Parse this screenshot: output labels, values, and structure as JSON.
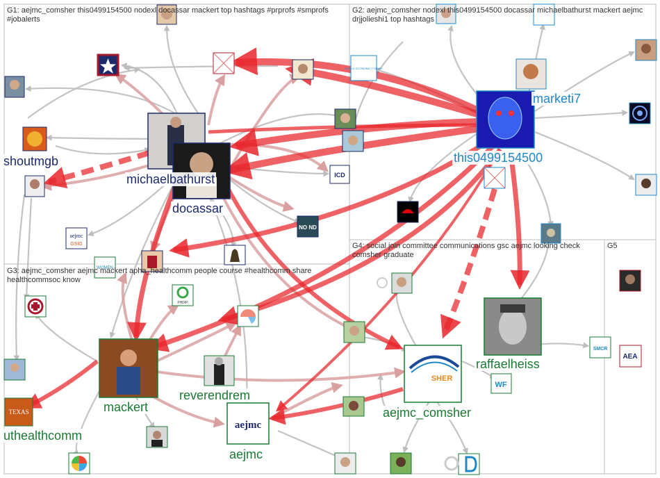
{
  "groups": [
    {
      "id": "G1",
      "caption": "G1: aejmc_comsher this0499154500 nodexl docassar mackert top hashtags #prprofs #smprofs #jobalerts"
    },
    {
      "id": "G2",
      "caption": "G2: aejmc_comsher nodexl this0499154500 docassar michaelbathurst mackert aejmc drjjolieshi1 top hashtags"
    },
    {
      "id": "G3",
      "caption": "G3: aejmc_comsher aejmc mackert apha_healthcomm people course #healthcomm share healthcommsoc know"
    },
    {
      "id": "G4",
      "caption": "G4: social join committee communications gsc aejmc looking check comsher graduate"
    },
    {
      "id": "G5",
      "caption": "G5"
    }
  ],
  "labeled_nodes": [
    {
      "id": "shoutmgb",
      "label": "shoutmgb"
    },
    {
      "id": "michaelbathurst",
      "label": "michaelbathurst"
    },
    {
      "id": "docassar",
      "label": "docassar"
    },
    {
      "id": "this0499154500",
      "label": "this0499154500"
    },
    {
      "id": "marketi7",
      "label": "marketi7"
    },
    {
      "id": "mackert",
      "label": "mackert"
    },
    {
      "id": "reverendrem",
      "label": "reverendrem"
    },
    {
      "id": "aejmc",
      "label": "aejmc"
    },
    {
      "id": "uthealthcomm",
      "label": "uthealthcomm"
    },
    {
      "id": "raffaelheiss",
      "label": "raffaelheiss"
    },
    {
      "id": "aejmc_comsher",
      "label": "aejmc_comsher"
    }
  ],
  "logo_text": {
    "aejmc": "aejmc",
    "sher": "SHER",
    "texas": "TEXAS",
    "aea": "AEA",
    "smcr": "SMCR",
    "wf": "WF",
    "nond": "NO ND",
    "icd": "ICD",
    "phdip": "PHDIP",
    "women": "WOMEN",
    "wef": "WORLD ECONOMIC FORUM",
    "gsig": "GSIG"
  },
  "colors": {
    "edge_red": "#e8262b",
    "edge_gray": "#bdbdbd",
    "edge_rose": "#d9a0a0",
    "border_navy": "#1b2a6b",
    "border_blue": "#1e88c8",
    "border_green": "#1a7a33",
    "border_red": "#a8182b",
    "partition": "#bcbcbc"
  }
}
